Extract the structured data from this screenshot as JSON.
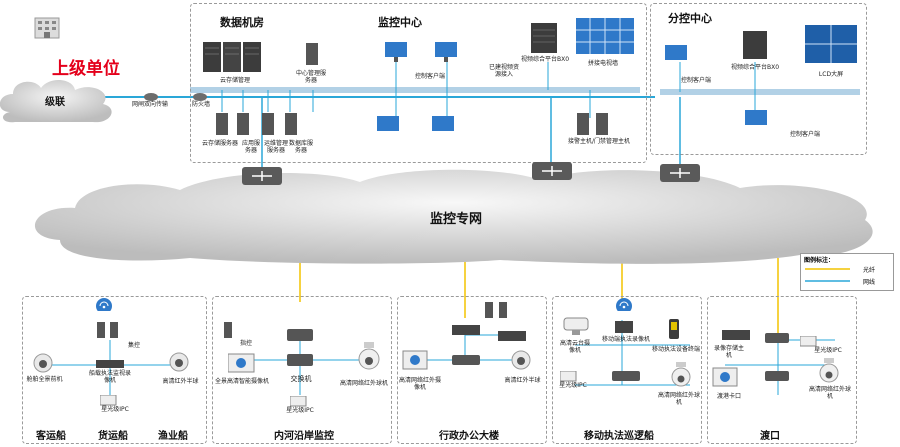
{
  "top": {
    "superior_title": "上级单位",
    "cascade_label": "级联",
    "gateway_label": "网闸双向传输",
    "firewall_label": "防火墙"
  },
  "datacenter": {
    "title": "数据机房",
    "cloud_storage_management": "云存储管理",
    "central_management_server": "中心管理服务器",
    "cloud_storage_server": "云存储服务器",
    "app_server": "应用服务器",
    "ops_server": "运维管理服务器",
    "db_server": "数据库服务器"
  },
  "monitor_center": {
    "title": "监控中心",
    "control_client": "控制客户端",
    "legacy_resource": "已建视频资源接入",
    "video_platform": "视频综合平台BX0",
    "video_wall": "拼接电视墙",
    "storage_host": "接警主机/门禁管理主机"
  },
  "sub_center": {
    "title": "分控中心",
    "control_client": "控制客户端",
    "video_platform": "视频综合平台BX0",
    "lcd_screen": "LCD大屏",
    "control_client2": "控制客户端"
  },
  "network": {
    "label": "监控专网"
  },
  "legend": {
    "title": "图例标注：",
    "fiber": "光纤",
    "cable": "网线"
  },
  "zones": {
    "ships": {
      "label1": "客运船",
      "label2": "货运船",
      "label3": "渔业船",
      "camera_left": "舱舶全景前机",
      "recorder": "船载执法监视录像机",
      "camera_right": "高清红外半球",
      "phone": "集控",
      "ipc": "星光级IPC"
    },
    "river": {
      "label": "内河沿岸监控",
      "phone": "指控",
      "snapshot": "全景高清智能摄像机",
      "switch": "交换机",
      "ipc": "星光级IPC",
      "ptz": "高清网络红外球机"
    },
    "office": {
      "label": "行政办公大楼",
      "terminal": "高清网络红外摄像机",
      "dome": "高清红外半球"
    },
    "patrol": {
      "label": "移动执法巡逻船",
      "cam1": "高清云台摄像机",
      "recorder": "移动端执法录像机",
      "terminal": "移动执法设备终端",
      "ipc": "星光级IPC",
      "ptz": "高清网络红外球机"
    },
    "ferry": {
      "label": "渡口",
      "nvr": "录像存储主机",
      "ipc": "星光级IPC",
      "gate": "渡港卡口",
      "ptz": "高清网络红外球机"
    }
  }
}
